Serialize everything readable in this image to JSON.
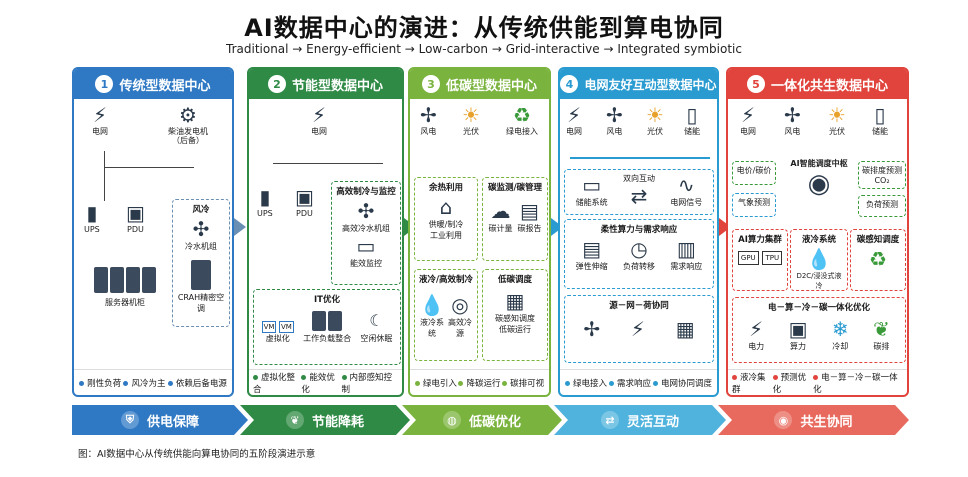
{
  "title": "AI数据中心的演进：从传统供能到算电协同",
  "subtitle": "Traditional → Energy-efficient → Low-carbon → Grid-interactive → Integrated symbiotic",
  "colors": {
    "s1": "#2e78c4",
    "s2": "#2f8a45",
    "s3": "#7ab33e",
    "s4": "#2a9bd0",
    "s5": "#e0443c"
  },
  "stages": [
    {
      "num": "1",
      "title": "传统型数据中心",
      "grid": "电网",
      "genset": "柴油发电机\n（后备）",
      "ups": "UPS",
      "pdu": "PDU",
      "wind": "风冷",
      "chiller": "冷水机组",
      "racks": "服务器机柜",
      "crah": "CRAH精密空调",
      "foot": [
        "刚性负荷",
        "风冷为主",
        "依赖后备电源"
      ]
    },
    {
      "num": "2",
      "title": "节能型数据中心",
      "grid": "电网",
      "ups": "UPS",
      "pdu": "PDU",
      "cool_box": "高效制冷与监控",
      "cool_unit": "高效冷水机组",
      "monitor": "能效监控",
      "it_box": "IT优化",
      "virt": "虚拟化",
      "vm": "VM",
      "sched": "工作负载整合",
      "idle": "空闲休眠",
      "foot": [
        "虚拟化整合",
        "能效优化",
        "内部感知控制"
      ]
    },
    {
      "num": "3",
      "title": "低碳型数据中心",
      "wind": "风电",
      "pv": "光伏",
      "green": "绿电接入",
      "heat_box": "余热利用",
      "heat": "供暖/制冷\n工业利用",
      "carbon_box": "碳监测/碳管理",
      "cmeter": "碳计量",
      "creport": "碳报告",
      "liquid_box": "液冷/高效制冷",
      "liquid": "液冷系统",
      "hcool": "高效冷源",
      "sched_box": "低碳调度",
      "sched": "碳感知调度\n低碳运行",
      "foot": [
        "绿电引入",
        "降碳运行",
        "碳排可视"
      ]
    },
    {
      "num": "4",
      "title": "电网友好互动型数据中心",
      "grid": "电网",
      "wind": "风电",
      "pv": "光伏",
      "storage": "储能",
      "stor_sys": "储能系统",
      "bi": "双向互动",
      "signal": "电网信号",
      "flex_box": "柔性算力与需求响应",
      "elastic": "弹性伸缩",
      "shift": "负荷转移",
      "dr": "需求响应",
      "src_box": "源－网－荷协同",
      "foot": [
        "绿电接入",
        "需求响应",
        "电网协同调度"
      ]
    },
    {
      "num": "5",
      "title": "一体化共生数据中心",
      "grid": "电网",
      "wind": "风电",
      "pv": "光伏",
      "storage": "储能",
      "price": "电价/碳价",
      "weather": "气象预测",
      "hub": "AI智能调度中枢",
      "cforecast": "碳排度预测",
      "co2": "CO₂",
      "lforecast": "负荷预测",
      "cluster_box": "AI算力集群",
      "gpu": "GPU",
      "tpu": "TPU",
      "liq_box": "液冷系统",
      "d2c": "D2C/浸没式液冷",
      "cs_box": "碳感知调度",
      "coopt_box": "电－算－冷－碳一体化优化",
      "power": "电力",
      "compute": "算力",
      "cooling": "冷却",
      "carbon": "碳排",
      "foot": [
        "液冷集群",
        "预测优化",
        "电－算－冷－碳一体化"
      ]
    }
  ],
  "chevrons": [
    "供电保障",
    "节能降耗",
    "低碳优化",
    "灵活互动",
    "共生协同"
  ],
  "caption": "图：AI数据中心从传统供能向算电协同的五阶段演进示意"
}
